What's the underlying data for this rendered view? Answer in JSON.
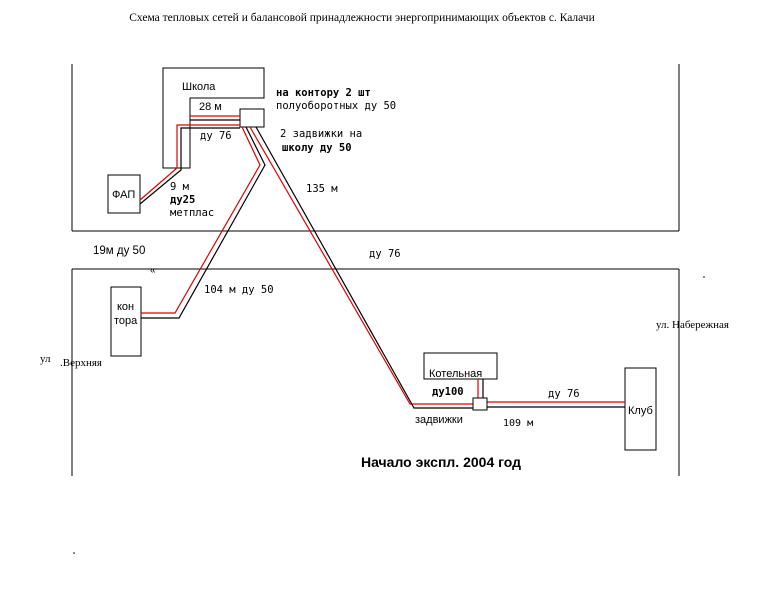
{
  "title": "Схема тепловых сетей и балансовой принадлежности энергопринимающих объектов с. Калачи",
  "colors": {
    "pipe_supply": "#e00000",
    "pipe_return": "#000000",
    "outline": "#000000"
  },
  "buildings": {
    "school": "Школа",
    "fap": "ФАП",
    "office_line1": "кон",
    "office_line2": "тора",
    "boiler": "Котельная",
    "club": "Клуб"
  },
  "streets": {
    "verkhnyaya_prefix": "ул",
    "verkhnyaya_name": ".Верхняя",
    "naberezhnaya": "ул. Набережная"
  },
  "labels": {
    "school_28m": "28 м",
    "school_du76": "ду 76",
    "kontoru_line1": "на контору 2 шт",
    "kontoru_line2": "полуоборотных ду 50",
    "zadvizhki_school_line1": "2 задвижки на",
    "zadvizhki_school_line2": "школу ду 50",
    "fap_9m": "9 м",
    "fap_du25": "ду25",
    "fap_metplas": "метплас",
    "len_135": "135 м",
    "len_19_du50": "19м ду 50",
    "road_du76": "ду 76",
    "len_104_du50": "104 м ду 50",
    "boiler_du100": "ду100",
    "club_du76": "ду 76",
    "zadvizhki": "задвижки",
    "len_109": "109 м",
    "start": "Начало экспл. 2004 год"
  }
}
